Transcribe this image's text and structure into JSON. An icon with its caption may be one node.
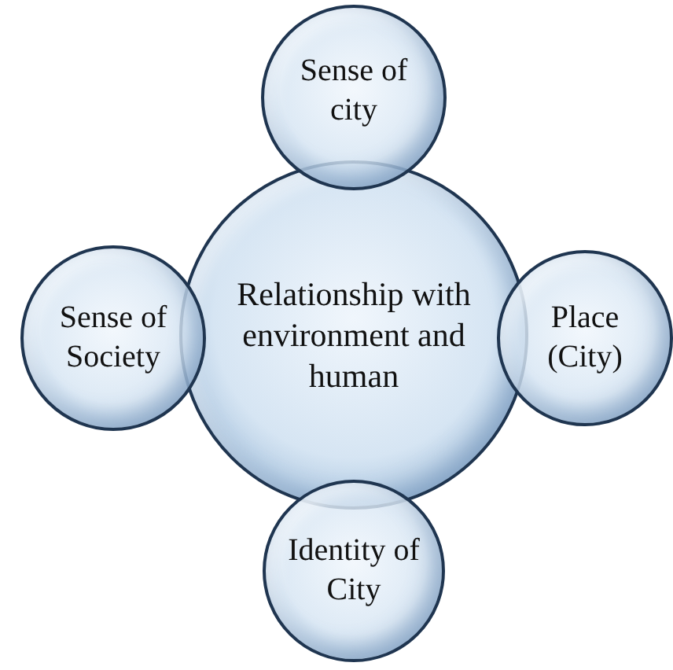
{
  "diagram": {
    "nodes": [
      {
        "text": [
          "Sense of city"
        ]
      },
      {
        "text": [
          "Sense of Society"
        ]
      },
      {
        "text": [
          "Relationship with environment and human"
        ]
      },
      {
        "text": [
          "Place (City)"
        ]
      },
      {
        "text": [
          "Identity of City"
        ]
      }
    ]
  }
}
